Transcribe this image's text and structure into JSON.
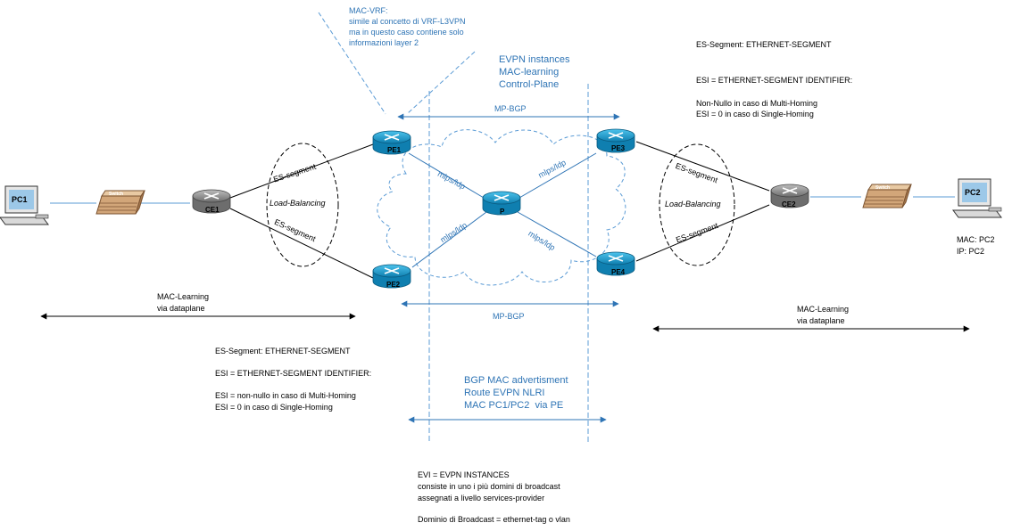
{
  "colors": {
    "accent_blue": "#2e74b5",
    "router_blue": "#1aa3d4",
    "router_gray": "#8a8a8a",
    "cloud_dash": "#5b9bd5",
    "pc_screen": "#9cc8e8"
  },
  "devices": {
    "pc1": "PC1",
    "pc2": "PC2",
    "ce1": "CE1",
    "ce2": "CE2",
    "pe1": "PE1",
    "pe2": "PE2",
    "pe3": "PE3",
    "pe4": "PE4",
    "p": "P",
    "switch": "Switch"
  },
  "links": {
    "es_segment": "ES-segment",
    "load_balancing": "Load-Balancing",
    "mpls_ldp": "mlps/ldp"
  },
  "annotations": {
    "mac_vrf": [
      "MAC-VRF:",
      "simile al concetto di VRF-L3VPN",
      "ma in questo caso contiene solo",
      "informazioni layer 2"
    ],
    "evpn_instances": [
      "EVPN instances",
      "MAC-learning",
      "Control-Plane"
    ],
    "mp_bgp": "MP-BGP",
    "bgp_mac": [
      "BGP MAC advertisment",
      "Route EVPN NLRI",
      "MAC PC1/PC2  via PE"
    ],
    "mac_learning": [
      "MAC-Learning",
      "via dataplane"
    ],
    "es_segment_top": "ES-Segment: ETHERNET-SEGMENT",
    "esi_top": "ESI = ETHERNET-SEGMENT IDENTIFIER:",
    "esi_top_multi": "Non-Nullo in caso di Multi-Homing",
    "esi_top_single": "ESI = 0 in caso di Single-Homing",
    "es_segment_bottom": "ES-Segment: ETHERNET-SEGMENT",
    "esi_bottom": "ESI = ETHERNET-SEGMENT IDENTIFIER:",
    "esi_bottom_multi": "ESI = non-nullo in caso di Multi-Homing",
    "esi_bottom_single": "ESI = 0 in caso di Single-Homing",
    "pc2_mac": "MAC: PC2",
    "pc2_ip": "IP: PC2",
    "evi": [
      "EVI = EVPN INSTANCES",
      "consiste in uno i più domini di broadcast",
      "assegnati a livello services-provider"
    ],
    "broadcast_domain": "Dominio di Broadcast = ethernet-tag o vlan"
  }
}
